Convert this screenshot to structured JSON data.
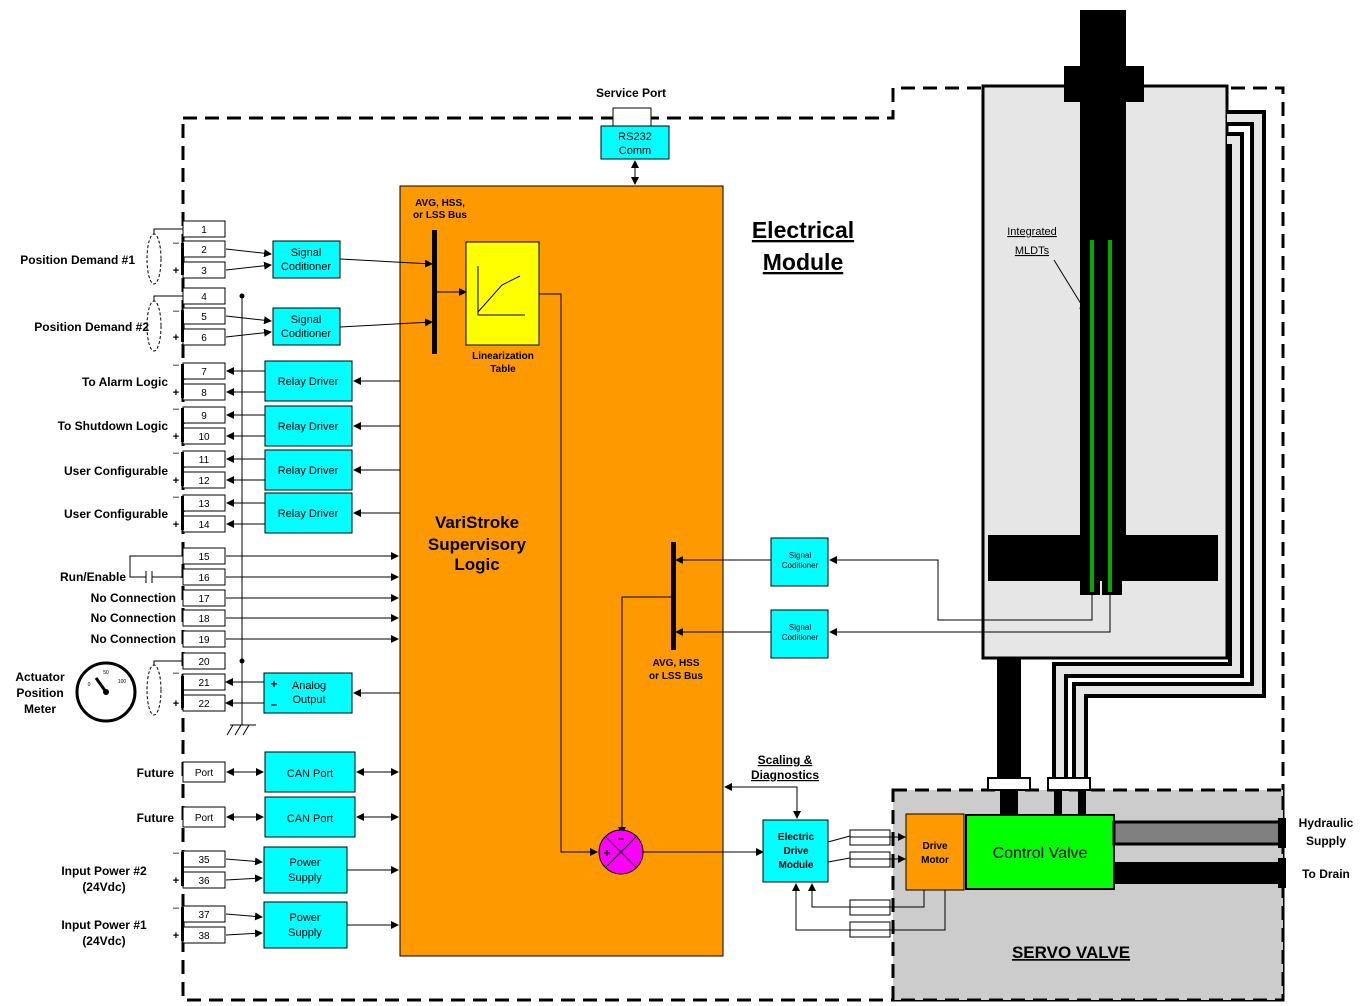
{
  "labels": {
    "service_port": "Service Port",
    "rs232_line1": "RS232",
    "rs232_line2": "Comm",
    "electrical_line1": "Electrical",
    "electrical_line2": "Module",
    "bus_top_line1": "AVG, HSS,",
    "bus_top_line2": "or LSS Bus",
    "bus_bottom_line1": "AVG, HSS",
    "bus_bottom_line2": "or LSS Bus",
    "linearization_line1": "Linearization",
    "linearization_line2": "Table",
    "logic_line1": "VariStroke",
    "logic_line2": "Supervisory",
    "logic_line3": "Logic",
    "signal_cond_line1": "Signal",
    "signal_cond_line2": "Coditioner",
    "relay_driver": "Relay Driver",
    "analog_line1": "Analog",
    "analog_line2": "Output",
    "can_port": "CAN Port",
    "port": "Port",
    "power_line1": "Power",
    "power_line2": "Supply",
    "scaling_line1": "Scaling &",
    "scaling_line2": "Diagnostics",
    "edm_line1": "Electric",
    "edm_line2": "Drive",
    "edm_line3": "Module",
    "drive_line1": "Drive",
    "drive_line2": "Motor",
    "control_valve": "Control Valve",
    "servo_valve": "SERVO VALVE",
    "hydraulic_line1": "Hydraulic",
    "hydraulic_line2": "Supply",
    "to_drain": "To Drain",
    "mldt_line1": "Integrated",
    "mldt_line2": "MLDTs",
    "meter_0": "0",
    "meter_50": "50",
    "meter_100": "100",
    "plus": "+",
    "minus": "–"
  },
  "left_labels": {
    "position_demand_1": "Position Demand #1",
    "position_demand_2": "Position Demand #2",
    "to_alarm": "To Alarm Logic",
    "to_shutdown": "To Shutdown Logic",
    "user_config_1": "User Configurable",
    "user_config_2": "User Configurable",
    "run_enable": "Run/Enable",
    "no_conn_1": "No Connection",
    "no_conn_2": "No Connection",
    "no_conn_3": "No Connection",
    "actuator_line1": "Actuator",
    "actuator_line2": "Position",
    "actuator_line3": "Meter",
    "future_1": "Future",
    "future_2": "Future",
    "input2_line1": "Input Power #2",
    "input2_line2": "(24Vdc)",
    "input1_line1": "Input Power #1",
    "input1_line2": "(24Vdc)"
  },
  "terminals": [
    "1",
    "2",
    "3",
    "4",
    "5",
    "6",
    "7",
    "8",
    "9",
    "10",
    "11",
    "12",
    "13",
    "14",
    "15",
    "16",
    "17",
    "18",
    "19",
    "20",
    "21",
    "22",
    "35",
    "36",
    "37",
    "38"
  ],
  "colors": {
    "cyan": "#00ffff",
    "orange": "#ff9900",
    "yellow": "#ffff00",
    "green": "#00ff00",
    "magenta": "#ff00ff",
    "gray_light": "#e6e6e6",
    "gray_servo": "#cccccc"
  }
}
